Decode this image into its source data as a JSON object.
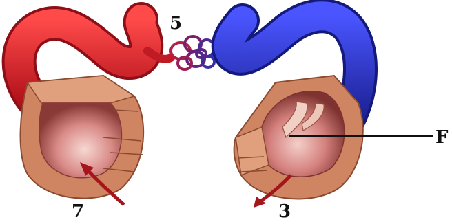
{
  "labels": {
    "top": "5",
    "right": "F",
    "bottom_left": "7",
    "bottom_right": "3"
  },
  "colors": {
    "artery": "#d31f2a",
    "artery_dark": "#8e0f17",
    "vein": "#2b2fc8",
    "vein_dark": "#141a7a",
    "capillary": "#7a1f6a",
    "chamber_wall": "#d48a6a",
    "chamber_inner": "#e9a6a1",
    "cut_edge": "#b46a45",
    "arrow": "#a5161c"
  }
}
